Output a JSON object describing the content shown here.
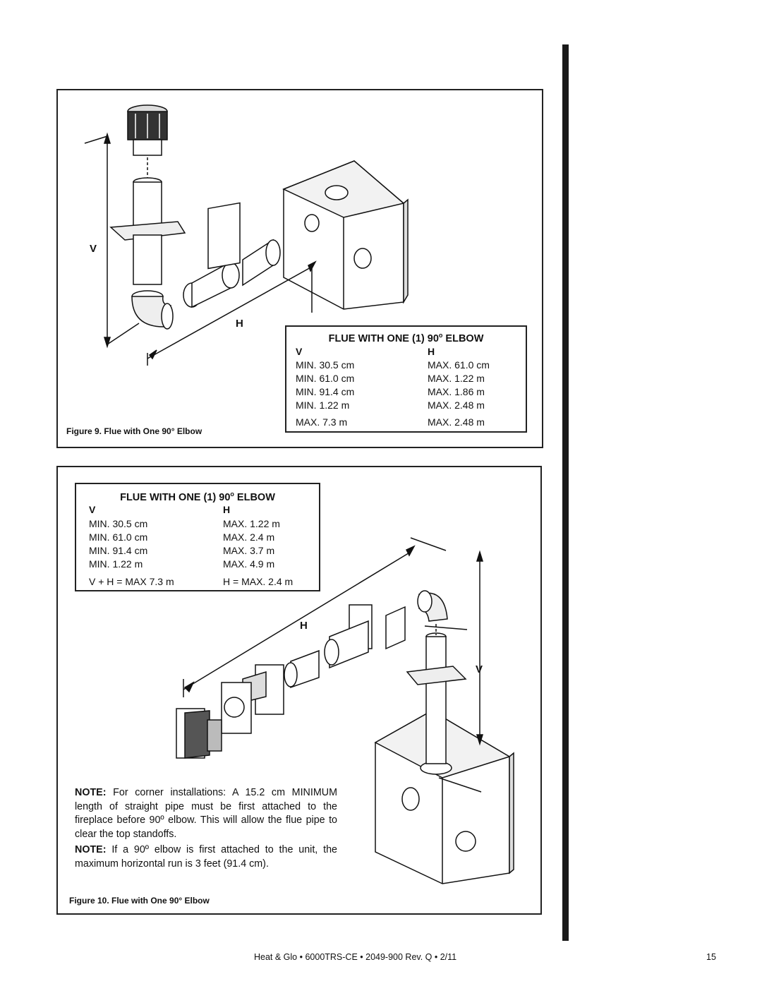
{
  "fig9": {
    "caption": "Figure 9.  Flue with One 90° Elbow",
    "label_v": "V",
    "label_h": "H",
    "table": {
      "title_pre": "FLUE WITH ONE (1) 90",
      "title_sup": "o",
      "title_post": " ELBOW",
      "col_v": "V",
      "col_h": "H",
      "rows": [
        {
          "v": "MIN. 30.5 cm",
          "h": "MAX. 61.0 cm"
        },
        {
          "v": "MIN. 61.0 cm",
          "h": "MAX. 1.22 m"
        },
        {
          "v": "MIN. 91.4 cm",
          "h": "MAX. 1.86 m"
        },
        {
          "v": "MIN. 1.22 m",
          "h": "MAX. 2.48 m"
        }
      ],
      "total": {
        "v": "MAX. 7.3 m",
        "h": "MAX. 2.48 m"
      }
    }
  },
  "fig10": {
    "caption": "Figure 10.  Flue with One 90° Elbow",
    "label_v": "V",
    "label_h": "H",
    "table": {
      "title_pre": "FLUE WITH ONE (1) 90",
      "title_sup": "o",
      "title_post": " ELBOW",
      "col_v": "V",
      "col_h": "H",
      "rows": [
        {
          "v": "MIN. 30.5 cm",
          "h": "MAX. 1.22 m"
        },
        {
          "v": "MIN. 61.0 cm",
          "h": "MAX. 2.4 m"
        },
        {
          "v": "MIN. 91.4 cm",
          "h": "MAX. 3.7 m"
        },
        {
          "v": "MIN. 1.22 m",
          "h": "MAX. 4.9 m"
        }
      ],
      "total": {
        "v": "V + H =  MAX 7.3 m",
        "h": "H = MAX. 2.4 m"
      }
    },
    "note1_label": "NOTE:",
    "note1_text": " For corner installations: A 15.2 cm MINIMUM length of straight pipe must be first attached to the fireplace before 90º elbow. This will allow the flue pipe to clear the top standoffs.",
    "note2_label": "NOTE:",
    "note2_text": " If a  90º elbow is first attached to the unit, the maximum horizontal run is 3 feet (91.4 cm)."
  },
  "footer": {
    "text": "Heat & Glo  •  6000TRS-CE  •  2049-900 Rev. Q  •  2/11",
    "page_number": "15"
  }
}
